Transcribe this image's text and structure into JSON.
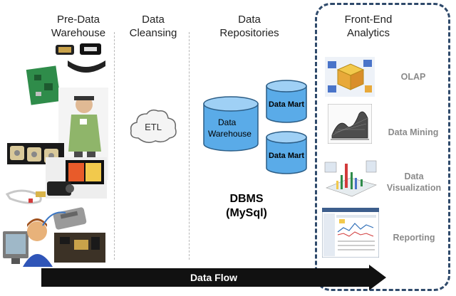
{
  "headers": {
    "pre_data_line1": "Pre-Data",
    "pre_data_line2": "Warehouse",
    "cleansing_line1": "Data",
    "cleansing_line2": "Cleansing",
    "repos_line1": "Data",
    "repos_line2": "Repositories",
    "frontend_line1": "Front-End",
    "frontend_line2": "Analytics"
  },
  "etl_label": "ETL",
  "data_warehouse": {
    "line1": "Data",
    "line2": "Warehouse"
  },
  "data_marts": [
    "Data Mart",
    "Data Mart"
  ],
  "dbms": {
    "line1": "DBMS",
    "line2": "(MySql)"
  },
  "frontend_items": [
    {
      "label": "OLAP",
      "icon": "olap-cube-icon"
    },
    {
      "label": "Data Mining",
      "icon": "surface-plot-icon"
    },
    {
      "label_line1": "Data",
      "label_line2": "Visualization",
      "icon": "3d-bar-chart-icon"
    },
    {
      "label": "Reporting",
      "icon": "report-screenshot-icon"
    }
  ],
  "data_flow_label": "Data Flow",
  "colors": {
    "cylinder_fill": "#5aabe8",
    "cylinder_top": "#9fd0f5",
    "frontend_border": "#2f4a6b",
    "arrow": "#111111"
  }
}
